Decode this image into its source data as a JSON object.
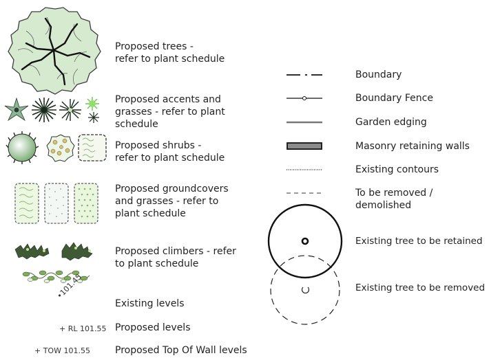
{
  "legend_left": {
    "trees": "Proposed trees -\nrefer to plant schedule",
    "accents": "Proposed accents and\ngrasses - refer to plant\nschedule",
    "shrubs": "Proposed shrubs -\nrefer to plant schedule",
    "groundcovers": "Proposed groundcovers\nand grasses - refer to\nplant schedule",
    "climbers": "Proposed climbers - refer\nto plant schedule",
    "existing_levels": "Existing levels",
    "proposed_levels": "Proposed levels",
    "tow_levels": "Proposed Top Of Wall levels"
  },
  "level_samples": {
    "existing": "101.45",
    "proposed": "+ RL 101.55",
    "tow": "+ TOW 101.55"
  },
  "legend_right": {
    "boundary": "Boundary",
    "boundary_fence": "Boundary Fence",
    "garden_edging": "Garden edging",
    "masonry": "Masonry retaining walls",
    "contours": "Existing contours",
    "removed": "To be removed /\ndemolished",
    "tree_retained": "Existing tree to be retained",
    "tree_removed": "Existing tree to be removed"
  },
  "colors": {
    "plant_light": "#d6ead0",
    "plant_mid": "#a9d39a",
    "plant_dark": "#2f4a2a",
    "wall_fill": "#8c8c8c"
  }
}
